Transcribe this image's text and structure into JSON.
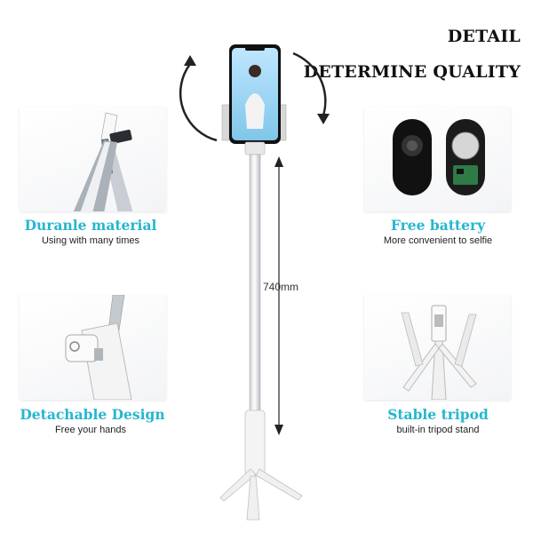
{
  "header": {
    "title_line1": "DETAIL",
    "title_line2": "DETERMINE QUALITY"
  },
  "measurement": {
    "label": "740mm"
  },
  "features": [
    {
      "title": "Duranle material",
      "subtitle": "Using with many times",
      "icon": "steel-pole-tip"
    },
    {
      "title": "Free battery",
      "subtitle": "More convenient to selfie",
      "icon": "remote-control"
    },
    {
      "title": "Detachable Design",
      "subtitle": "Free your hands",
      "icon": "detachable-mount"
    },
    {
      "title": "Stable tripod",
      "subtitle": "built-in tripod stand",
      "icon": "tripod-legs"
    }
  ],
  "colors": {
    "accent": "#27b6cf",
    "heading": "#111111",
    "body_text": "#222222",
    "background": "#ffffff"
  }
}
